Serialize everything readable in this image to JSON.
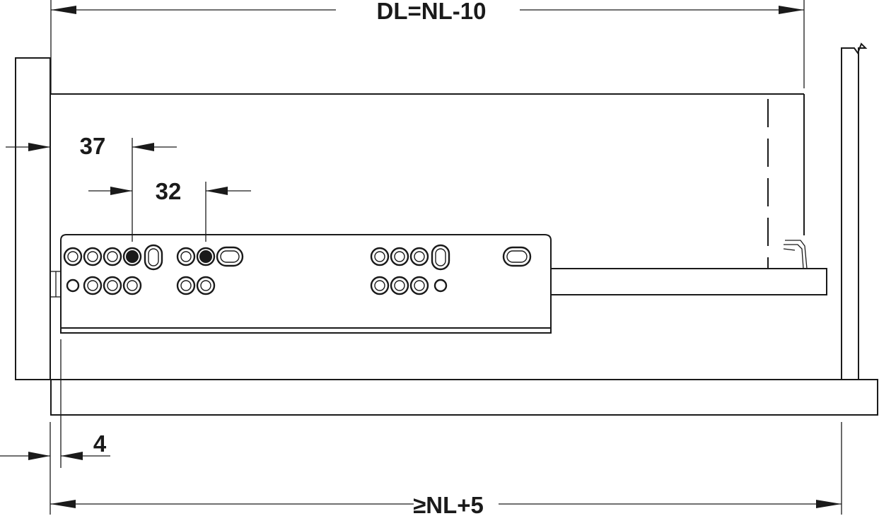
{
  "dimensions": {
    "top_length": "DL=NL-10",
    "bottom_length": "≥NL+5",
    "offset_37": "37",
    "offset_32": "32",
    "offset_4": "4"
  },
  "colors": {
    "line": "#1a1a1a",
    "background": "#ffffff"
  }
}
